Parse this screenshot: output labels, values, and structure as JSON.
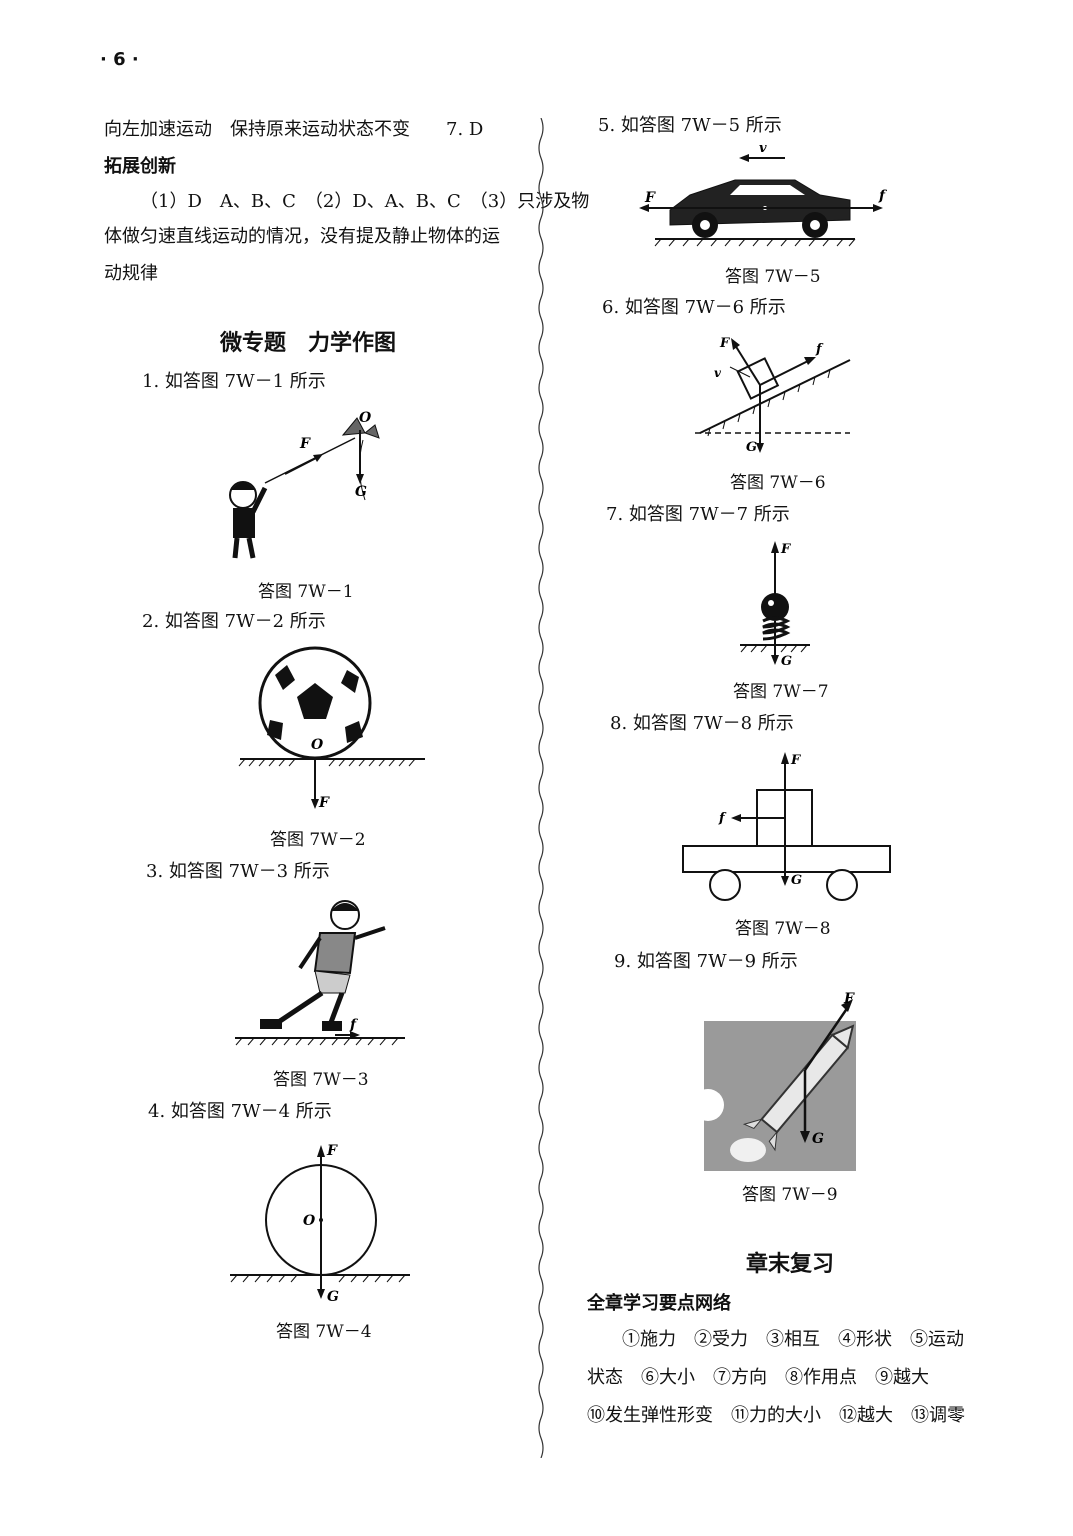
{
  "page_number": "· 6 ·",
  "left": {
    "line1": "向左加速运动　保持原来运动状态不变　　7. D",
    "section_extend": "拓展创新",
    "extend_p1": "（1）D　A、B、C　（2）D、A、B、C　（3）只涉及物",
    "extend_p2": "体做匀速直线运动的情况，没有提及静止物体的运",
    "extend_p3": "动规律",
    "topic_title": "微专题　力学作图",
    "q1": "1. 如答图 7W－1 所示",
    "cap1": "答图 7W－1",
    "q2": "2. 如答图 7W－2 所示",
    "cap2": "答图 7W－2",
    "q3": "3. 如答图 7W－3 所示",
    "cap3": "答图 7W－3",
    "q4": "4. 如答图 7W－4 所示",
    "cap4": "答图 7W－4"
  },
  "right": {
    "q5": "5. 如答图 7W－5 所示",
    "cap5": "答图 7W－5",
    "q6": "6. 如答图 7W－6 所示",
    "cap6": "答图 7W－6",
    "q7": "7. 如答图 7W－7 所示",
    "cap7": "答图 7W－7",
    "q8": "8. 如答图 7W－8 所示",
    "cap8": "答图 7W－8",
    "q9": "9. 如答图 7W－9 所示",
    "cap9": "答图 7W－9",
    "chapter_review": "章末复习",
    "network_title": "全章学习要点网络",
    "net_line1": "①施力　②受力　③相互　④形状　⑤运动",
    "net_line2": "状态　⑥大小　⑦方向　⑧作用点　⑨越大",
    "net_line3": "⑩发生弹性形变　⑪力的大小　⑫越大　⑬调零"
  },
  "labels": {
    "F": "F",
    "G": "G",
    "O": "O",
    "f": "f",
    "v": "v"
  }
}
